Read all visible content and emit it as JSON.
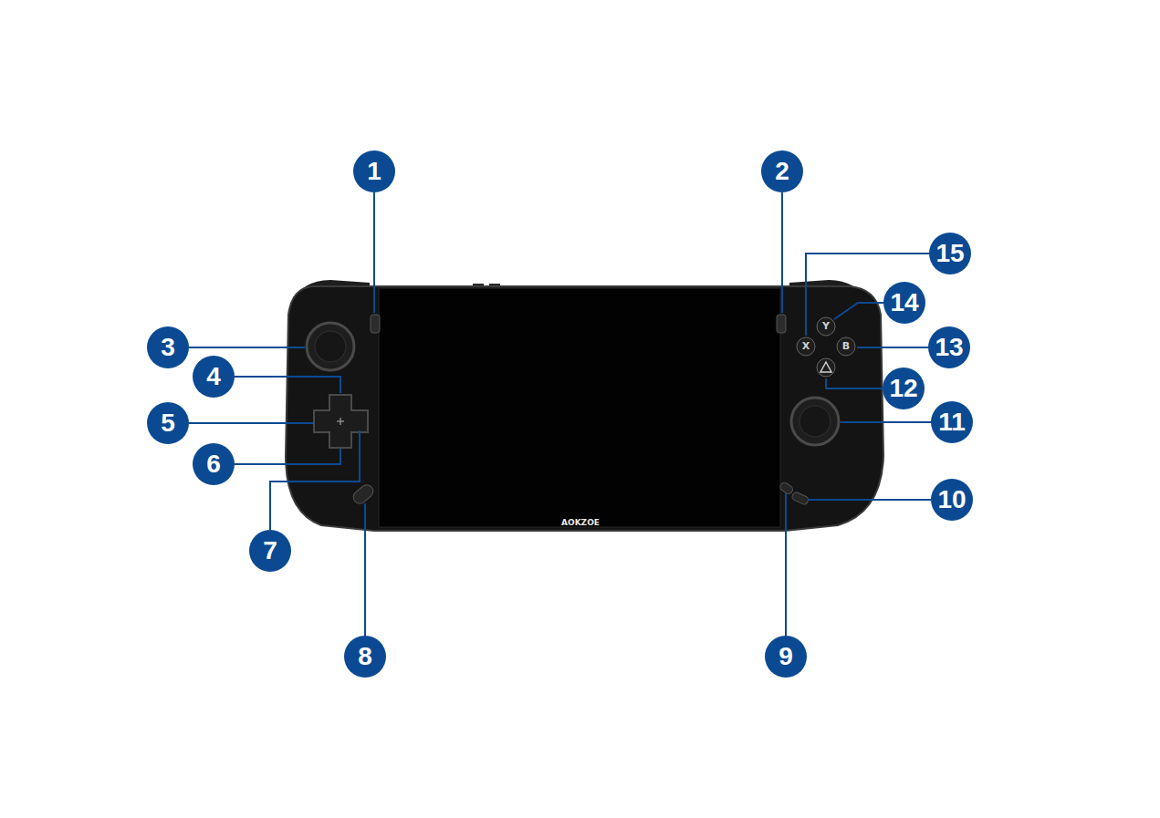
{
  "diagram": {
    "labels": [
      "1",
      "2",
      "3",
      "4",
      "5",
      "6",
      "7",
      "8",
      "9",
      "10",
      "11",
      "12",
      "13",
      "14",
      "15",
      "X",
      "Y",
      "B",
      "AOKZOE"
    ]
  }
}
